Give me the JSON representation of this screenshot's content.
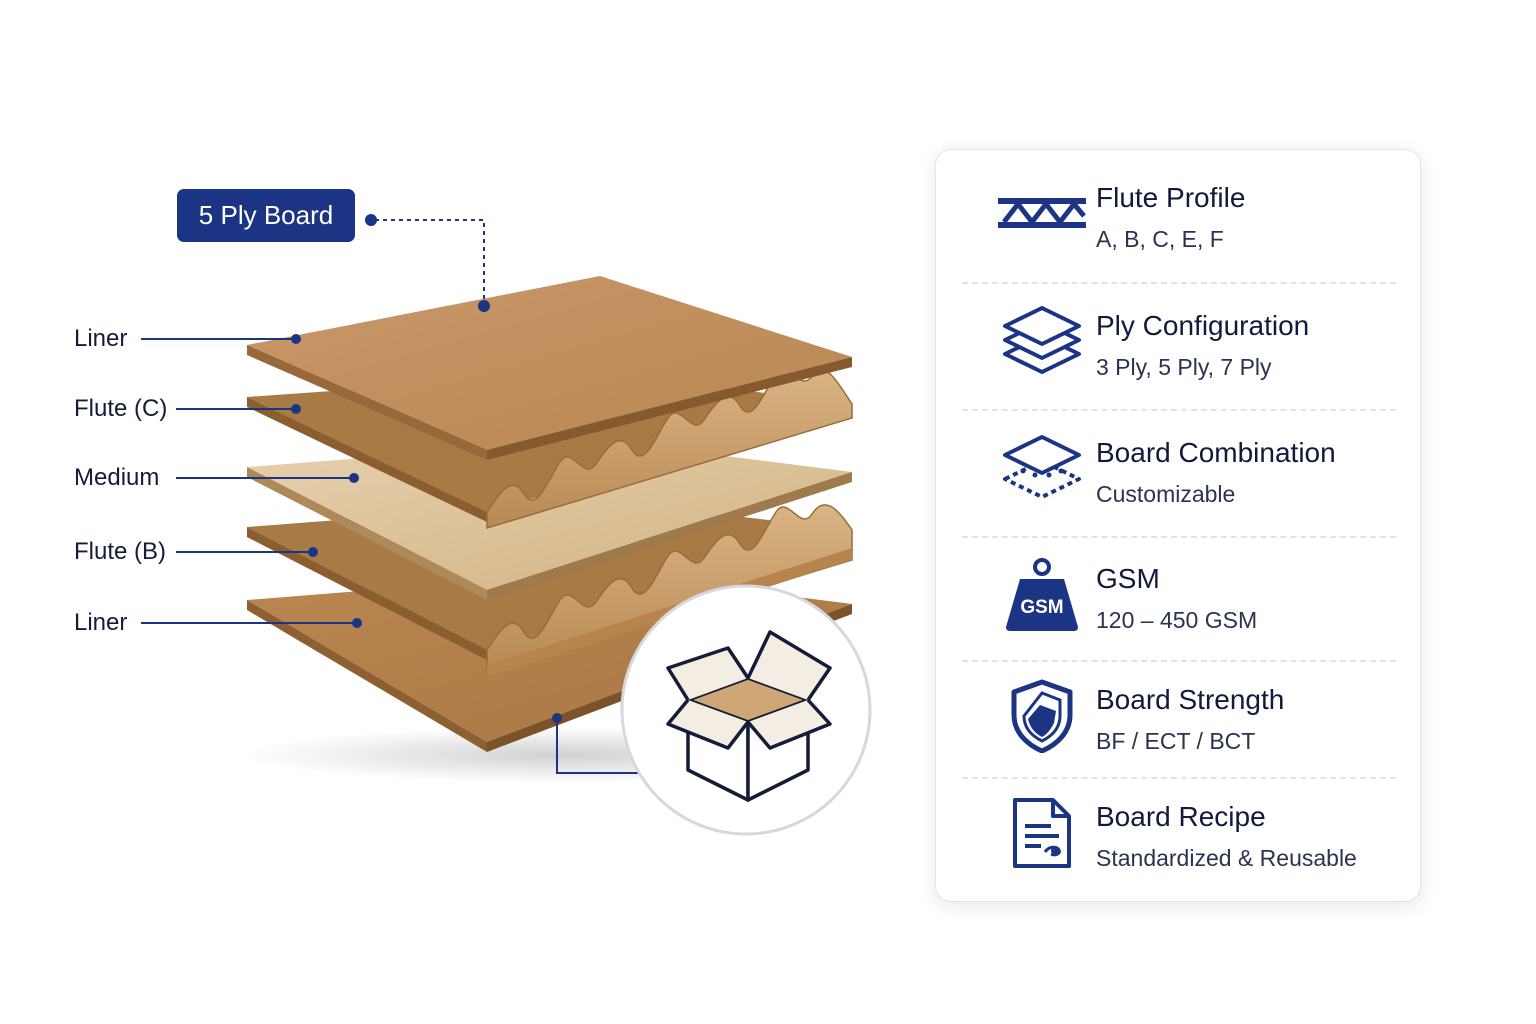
{
  "board_title": "5 Ply Board",
  "layers": [
    {
      "label": "Liner"
    },
    {
      "label": "Flute (C)"
    },
    {
      "label": "Medium"
    },
    {
      "label": "Flute (B)"
    },
    {
      "label": "Liner"
    }
  ],
  "specs": [
    {
      "icon": "flute-profile-icon",
      "title": "Flute Profile",
      "value": "A, B, C, E, F"
    },
    {
      "icon": "stacked-layers-icon",
      "title": "Ply Configuration",
      "value": "3 Ply, 5 Ply, 7 Ply"
    },
    {
      "icon": "board-combination-icon",
      "title": "Board Combination",
      "value": "Customizable"
    },
    {
      "icon": "gsm-weight-icon",
      "title": "GSM",
      "value": "120 – 450 GSM",
      "icon_text": "GSM"
    },
    {
      "icon": "shield-icon",
      "title": "Board Strength",
      "value": "BF / ECT / BCT"
    },
    {
      "icon": "recipe-document-icon",
      "title": "Board Recipe",
      "value": "Standardized & Reusable"
    }
  ],
  "colors": {
    "accent_navy": "#1b3584",
    "kraft_light": "#d2a877",
    "kraft_medium": "#bf8d57",
    "kraft_dark": "#9d6b38",
    "medium_sheet": "#dcc39d"
  }
}
